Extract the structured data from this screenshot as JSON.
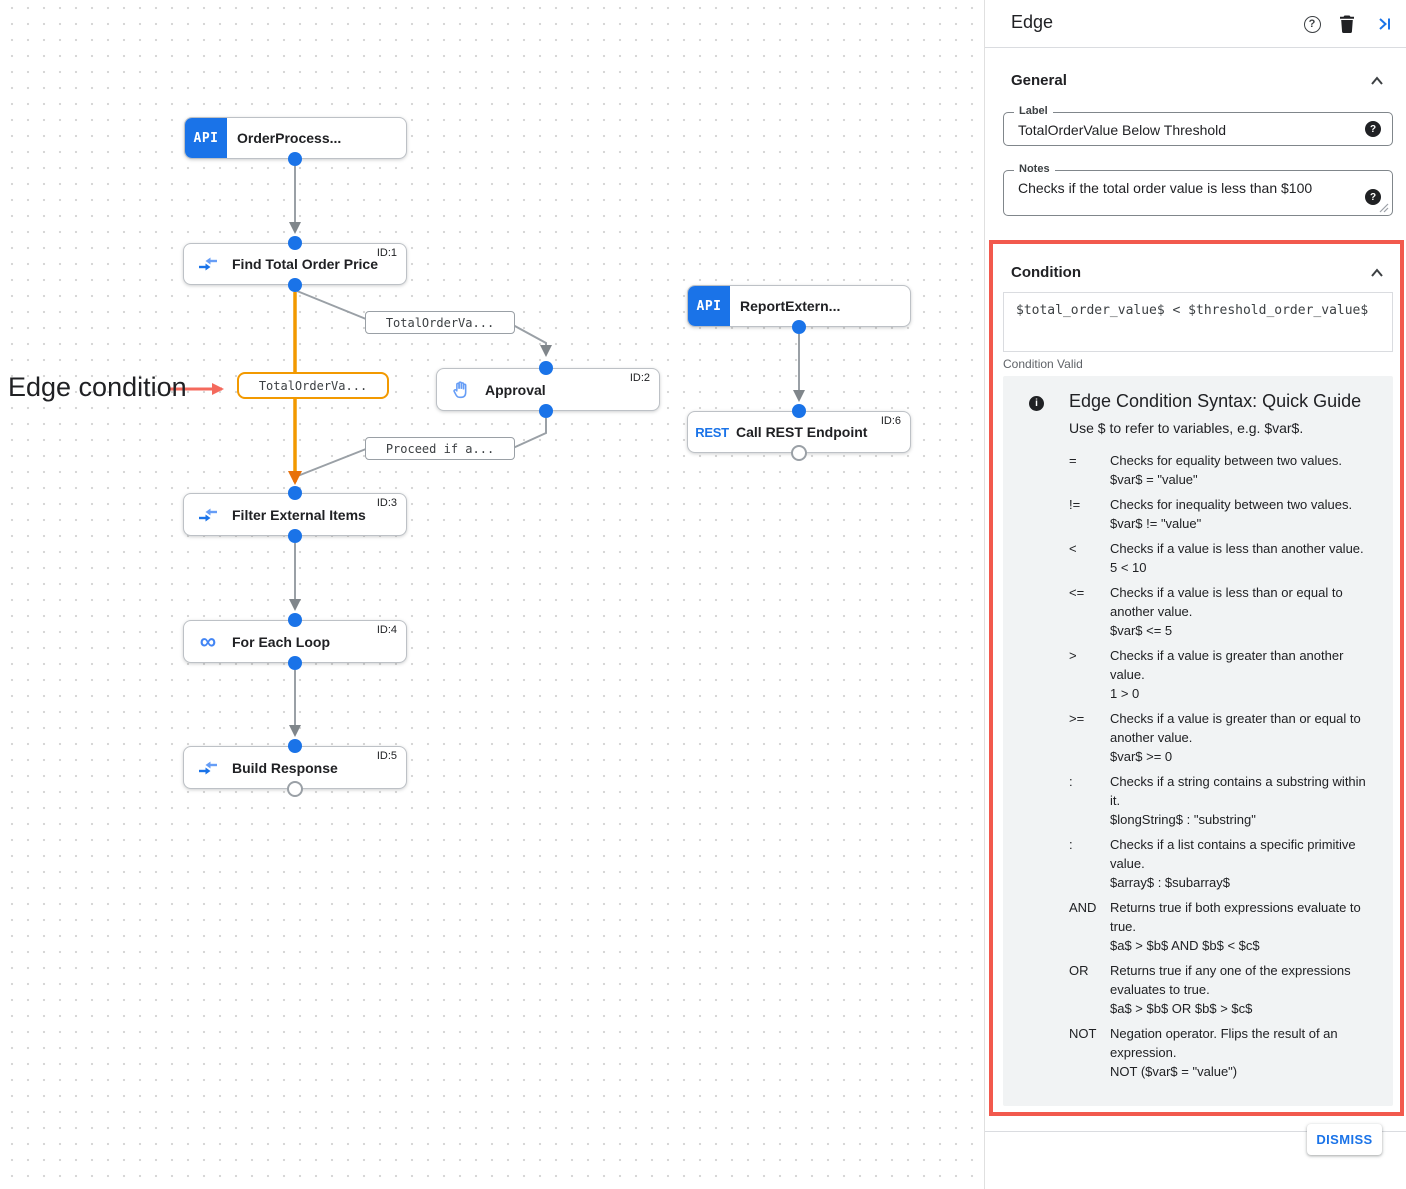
{
  "canvas": {
    "annotation": {
      "text": "Edge condition"
    },
    "nodes": [
      {
        "title": "OrderProcess...",
        "badge": "API"
      },
      {
        "title": "Find Total Order Price",
        "id": "ID:1"
      },
      {
        "title": "Approval",
        "id": "ID:2"
      },
      {
        "title": "ReportExtern...",
        "badge": "API"
      },
      {
        "title": "Call REST Endpoint",
        "id": "ID:6",
        "icon_text": "REST"
      },
      {
        "title": "Filter External Items",
        "id": "ID:3"
      },
      {
        "title": "For Each Loop",
        "id": "ID:4",
        "icon_text": "∞"
      },
      {
        "title": "Build Response",
        "id": "ID:5"
      }
    ],
    "edge_labels": [
      {
        "text": "TotalOrderVa..."
      },
      {
        "text": "TotalOrderVa...",
        "highlighted": true
      },
      {
        "text": "Proceed if a..."
      }
    ]
  },
  "panel": {
    "title": "Edge",
    "header_icons": {
      "help": "?",
      "delete": "trash",
      "collapse": "collapse-right"
    },
    "general": {
      "heading": "General",
      "label_field": {
        "label": "Label",
        "value": "TotalOrderValue Below Threshold",
        "help_glyph": "?"
      },
      "notes_field": {
        "label": "Notes",
        "value": "Checks if the total order value is less than $100",
        "help_glyph": "?"
      }
    },
    "condition": {
      "heading": "Condition",
      "expression": "$total_order_value$ < $threshold_order_value$",
      "status": "Condition Valid",
      "guide": {
        "info_glyph": "i",
        "title": "Edge Condition Syntax: Quick Guide",
        "intro": "Use $ to refer to variables, e.g. $var$.",
        "rows": [
          {
            "op": "=",
            "desc": "Checks for equality between two values.",
            "example": "$var$ = \"value\""
          },
          {
            "op": "!=",
            "desc": "Checks for inequality between two values.",
            "example": "$var$ != \"value\""
          },
          {
            "op": "<",
            "desc": "Checks if a value is less than another value.",
            "example": "5 < 10"
          },
          {
            "op": "<=",
            "desc": "Checks if a value is less than or equal to another value.",
            "example": "$var$ <= 5"
          },
          {
            "op": ">",
            "desc": "Checks if a value is greater than another value.",
            "example": "1 > 0"
          },
          {
            "op": ">=",
            "desc": "Checks if a value is greater than or equal to another value.",
            "example": "$var$ >= 0"
          },
          {
            "op": ":",
            "desc": "Checks if a string contains a substring within it.",
            "example": "$longString$ : \"substring\""
          },
          {
            "op": ":",
            "desc": "Checks if a list contains a specific primitive value.",
            "example": "$array$ : $subarray$"
          },
          {
            "op": "AND",
            "desc": "Returns true if both expressions evaluate to true.",
            "example": "$a$ > $b$ AND $b$ < $c$"
          },
          {
            "op": "OR",
            "desc": "Returns true if any one of the expressions evaluates to true.",
            "example": "$a$ > $b$ OR $b$ > $c$"
          },
          {
            "op": "NOT",
            "desc": "Negation operator. Flips the result of an expression.",
            "example": "NOT ($var$ = \"value\")"
          }
        ]
      }
    },
    "dismiss_label": "DISMISS"
  },
  "colors": {
    "accent_blue": "#1A73E8",
    "edge_orange": "#F29900",
    "highlight_red": "#F2594D",
    "guide_background": "#F1F3F4"
  }
}
